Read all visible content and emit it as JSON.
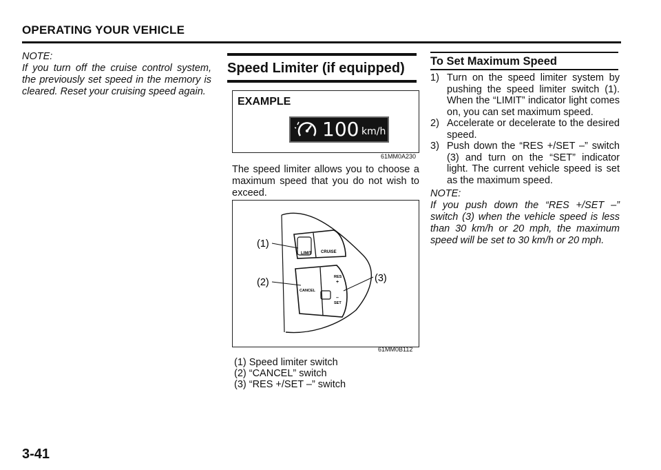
{
  "header": {
    "title": "OPERATING YOUR VEHICLE"
  },
  "left_note": {
    "label": "NOTE:",
    "text": "If you turn off the cruise control system, the previously set speed in the memory is cleared. Reset your cruising speed again."
  },
  "speed_limiter": {
    "title": "Speed Limiter (if equipped)",
    "example": {
      "label": "EXAMPLE",
      "speed": "100",
      "unit": "km/h",
      "code": "61MM0A230"
    },
    "intro": "The speed limiter allows you to choose a maximum speed that you do not wish to exceed.",
    "figure": {
      "callouts": [
        "(1)",
        "(2)",
        "(3)"
      ],
      "labels": {
        "limit": "LIMIT",
        "cruise": "CRUISE",
        "cancel": "CANCEL",
        "res": "RES",
        "plus": "+",
        "minus": "–",
        "set": "SET"
      },
      "code": "61MM0B112"
    },
    "captions": [
      "(1) Speed limiter switch",
      "(2) “CANCEL” switch",
      "(3) “RES +/SET –” switch"
    ]
  },
  "max_speed": {
    "title": "To Set Maximum Speed",
    "steps": [
      {
        "num": "1)",
        "text": "Turn on the speed limiter system by pushing the speed limiter switch (1). When the “LIMIT” indicator light comes on, you can set maximum speed."
      },
      {
        "num": "2)",
        "text": "Accelerate or decelerate to the desired speed."
      },
      {
        "num": "3)",
        "text": "Push down the “RES +/SET –” switch (3) and turn on the “SET” indicator light. The current vehicle speed is set as the maximum speed."
      }
    ],
    "note": {
      "label": "NOTE:",
      "text": "If you push down the “RES +/SET –” switch (3) when the vehicle speed is less than 30 km/h or 20 mph, the maximum speed will be set to 30 km/h or 20 mph."
    }
  },
  "page_number": "3-41"
}
